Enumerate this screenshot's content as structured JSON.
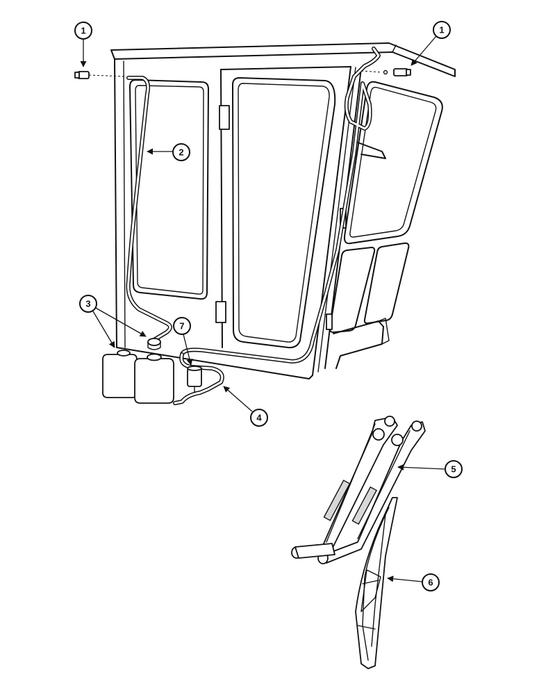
{
  "callouts": [
    {
      "id": "c1a",
      "label": "1"
    },
    {
      "id": "c1b",
      "label": "1"
    },
    {
      "id": "c2",
      "label": "2"
    },
    {
      "id": "c3",
      "label": "3"
    },
    {
      "id": "c4",
      "label": "4"
    },
    {
      "id": "c5",
      "label": "5"
    },
    {
      "id": "c6",
      "label": "6"
    },
    {
      "id": "c7",
      "label": "7"
    }
  ]
}
